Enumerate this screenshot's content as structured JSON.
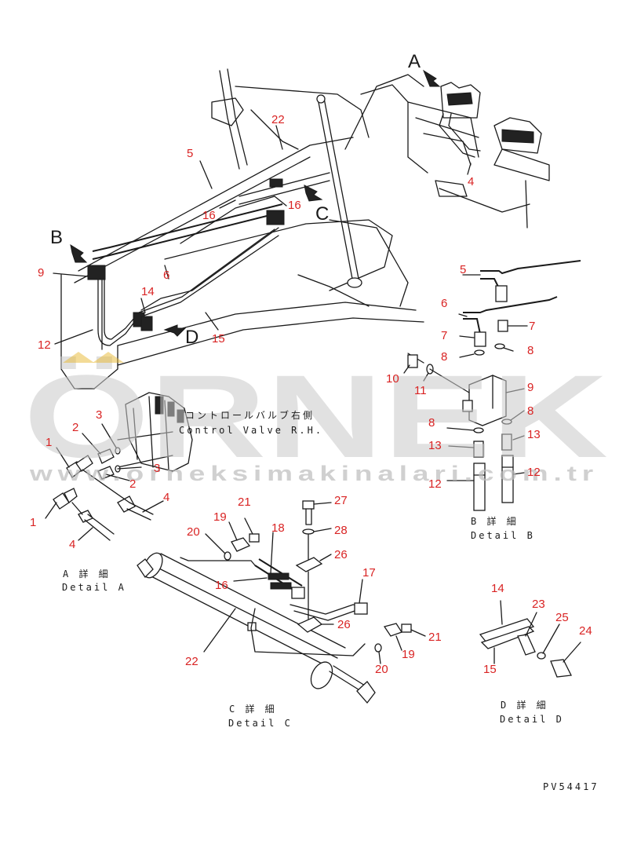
{
  "watermark": {
    "brand": "ÖRNEK",
    "url": "www.orneksimakinalari.com.tr"
  },
  "view_letters": [
    "A",
    "B",
    "C",
    "D"
  ],
  "callouts": {
    "main": [
      {
        "id": "m22",
        "text": "22"
      },
      {
        "id": "m5",
        "text": "5"
      },
      {
        "id": "m16a",
        "text": "16"
      },
      {
        "id": "m16b",
        "text": "16"
      },
      {
        "id": "m4",
        "text": "4"
      },
      {
        "id": "m9",
        "text": "9"
      },
      {
        "id": "m6",
        "text": "6"
      },
      {
        "id": "m14",
        "text": "14"
      },
      {
        "id": "m12",
        "text": "12"
      },
      {
        "id": "m15",
        "text": "15"
      }
    ],
    "detail_a": [
      {
        "id": "a3a",
        "text": "3"
      },
      {
        "id": "a2a",
        "text": "2"
      },
      {
        "id": "a1a",
        "text": "1"
      },
      {
        "id": "a3b",
        "text": "3"
      },
      {
        "id": "a2b",
        "text": "2"
      },
      {
        "id": "a4a",
        "text": "4"
      },
      {
        "id": "a1b",
        "text": "1"
      },
      {
        "id": "a4b",
        "text": "4"
      }
    ],
    "detail_b": [
      {
        "id": "b5",
        "text": "5"
      },
      {
        "id": "b6",
        "text": "6"
      },
      {
        "id": "b7a",
        "text": "7"
      },
      {
        "id": "b7b",
        "text": "7"
      },
      {
        "id": "b8a",
        "text": "8"
      },
      {
        "id": "b8b",
        "text": "8"
      },
      {
        "id": "b10",
        "text": "10"
      },
      {
        "id": "b11",
        "text": "11"
      },
      {
        "id": "b9",
        "text": "9"
      },
      {
        "id": "b8c",
        "text": "8"
      },
      {
        "id": "b8d",
        "text": "8"
      },
      {
        "id": "b13a",
        "text": "13"
      },
      {
        "id": "b13b",
        "text": "13"
      },
      {
        "id": "b12a",
        "text": "12"
      },
      {
        "id": "b12b",
        "text": "12"
      }
    ],
    "detail_c": [
      {
        "id": "c27",
        "text": "27"
      },
      {
        "id": "c21a",
        "text": "21"
      },
      {
        "id": "c19a",
        "text": "19"
      },
      {
        "id": "c28",
        "text": "28"
      },
      {
        "id": "c20a",
        "text": "20"
      },
      {
        "id": "c18",
        "text": "18"
      },
      {
        "id": "c26a",
        "text": "26"
      },
      {
        "id": "c17",
        "text": "17"
      },
      {
        "id": "c16",
        "text": "16"
      },
      {
        "id": "c26b",
        "text": "26"
      },
      {
        "id": "c21b",
        "text": "21"
      },
      {
        "id": "c19b",
        "text": "19"
      },
      {
        "id": "c20b",
        "text": "20"
      },
      {
        "id": "c22",
        "text": "22"
      }
    ],
    "detail_d": [
      {
        "id": "d14",
        "text": "14"
      },
      {
        "id": "d23",
        "text": "23"
      },
      {
        "id": "d25",
        "text": "25"
      },
      {
        "id": "d24",
        "text": "24"
      },
      {
        "id": "d15",
        "text": "15"
      }
    ]
  },
  "captions": {
    "control_valve_jp": "コントロールバルブ右側",
    "control_valve_en": "Control Valve R.H.",
    "detail_a_jp": "A 詳 細",
    "detail_a_en": "Detail A",
    "detail_b_jp": "B 詳 細",
    "detail_b_en": "Detail B",
    "detail_c_jp": "C 詳 細",
    "detail_c_en": "Detail C",
    "detail_d_jp": "D 詳 細",
    "detail_d_en": "Detail D"
  },
  "drawing_code": "PV54417",
  "colors": {
    "callout": "#d92323",
    "line": "#1a1a1a",
    "watermark": "#c9c9c9",
    "watermark_accent": "#e8b830"
  }
}
